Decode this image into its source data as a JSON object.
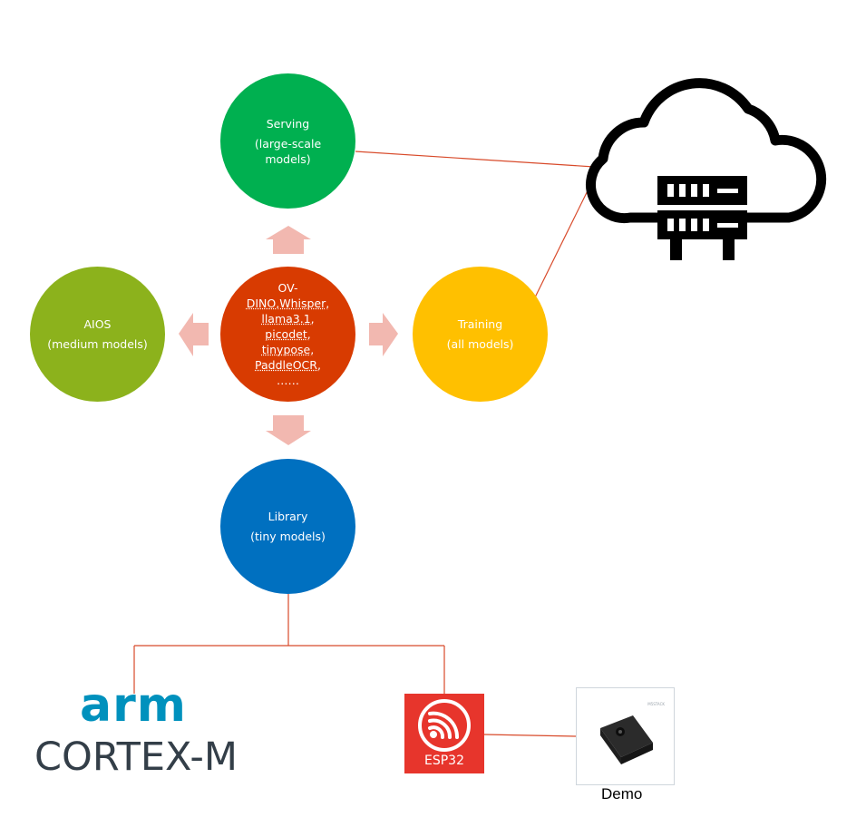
{
  "nodes": {
    "serving": {
      "line1": "Serving",
      "line2": "(large-scale",
      "line3": "models)"
    },
    "center": {
      "line1": "OV-",
      "line2": "DINO,Whisper,",
      "line3": "llama3.1, picodet,",
      "line4": "tinypose,",
      "line5": "PaddleOCR,",
      "line6": "……"
    },
    "aios": {
      "line1": "AIOS",
      "line2": "(medium models)"
    },
    "training": {
      "line1": "Training",
      "line2": "(all models)"
    },
    "library": {
      "line1": "Library",
      "line2": "(tiny models)"
    }
  },
  "logos": {
    "arm_word": "arm",
    "cortex_word": "CORTEX-M",
    "esp_label": "ESP32",
    "demo_brand": "M5STACK"
  },
  "labels": {
    "demo": "Demo"
  },
  "icons": {
    "cloud": "cloud-server-icon",
    "esp": "esp32-logo",
    "device": "m5stack-device-image"
  },
  "colors": {
    "serving": "#00b050",
    "center": "#d83b01",
    "aios": "#8cb21c",
    "training": "#ffc000",
    "library": "#0070c0",
    "arrow": "#f2b8b0",
    "connector": "#d84a2a",
    "arm": "#0091bd",
    "esp": "#e7352c"
  }
}
